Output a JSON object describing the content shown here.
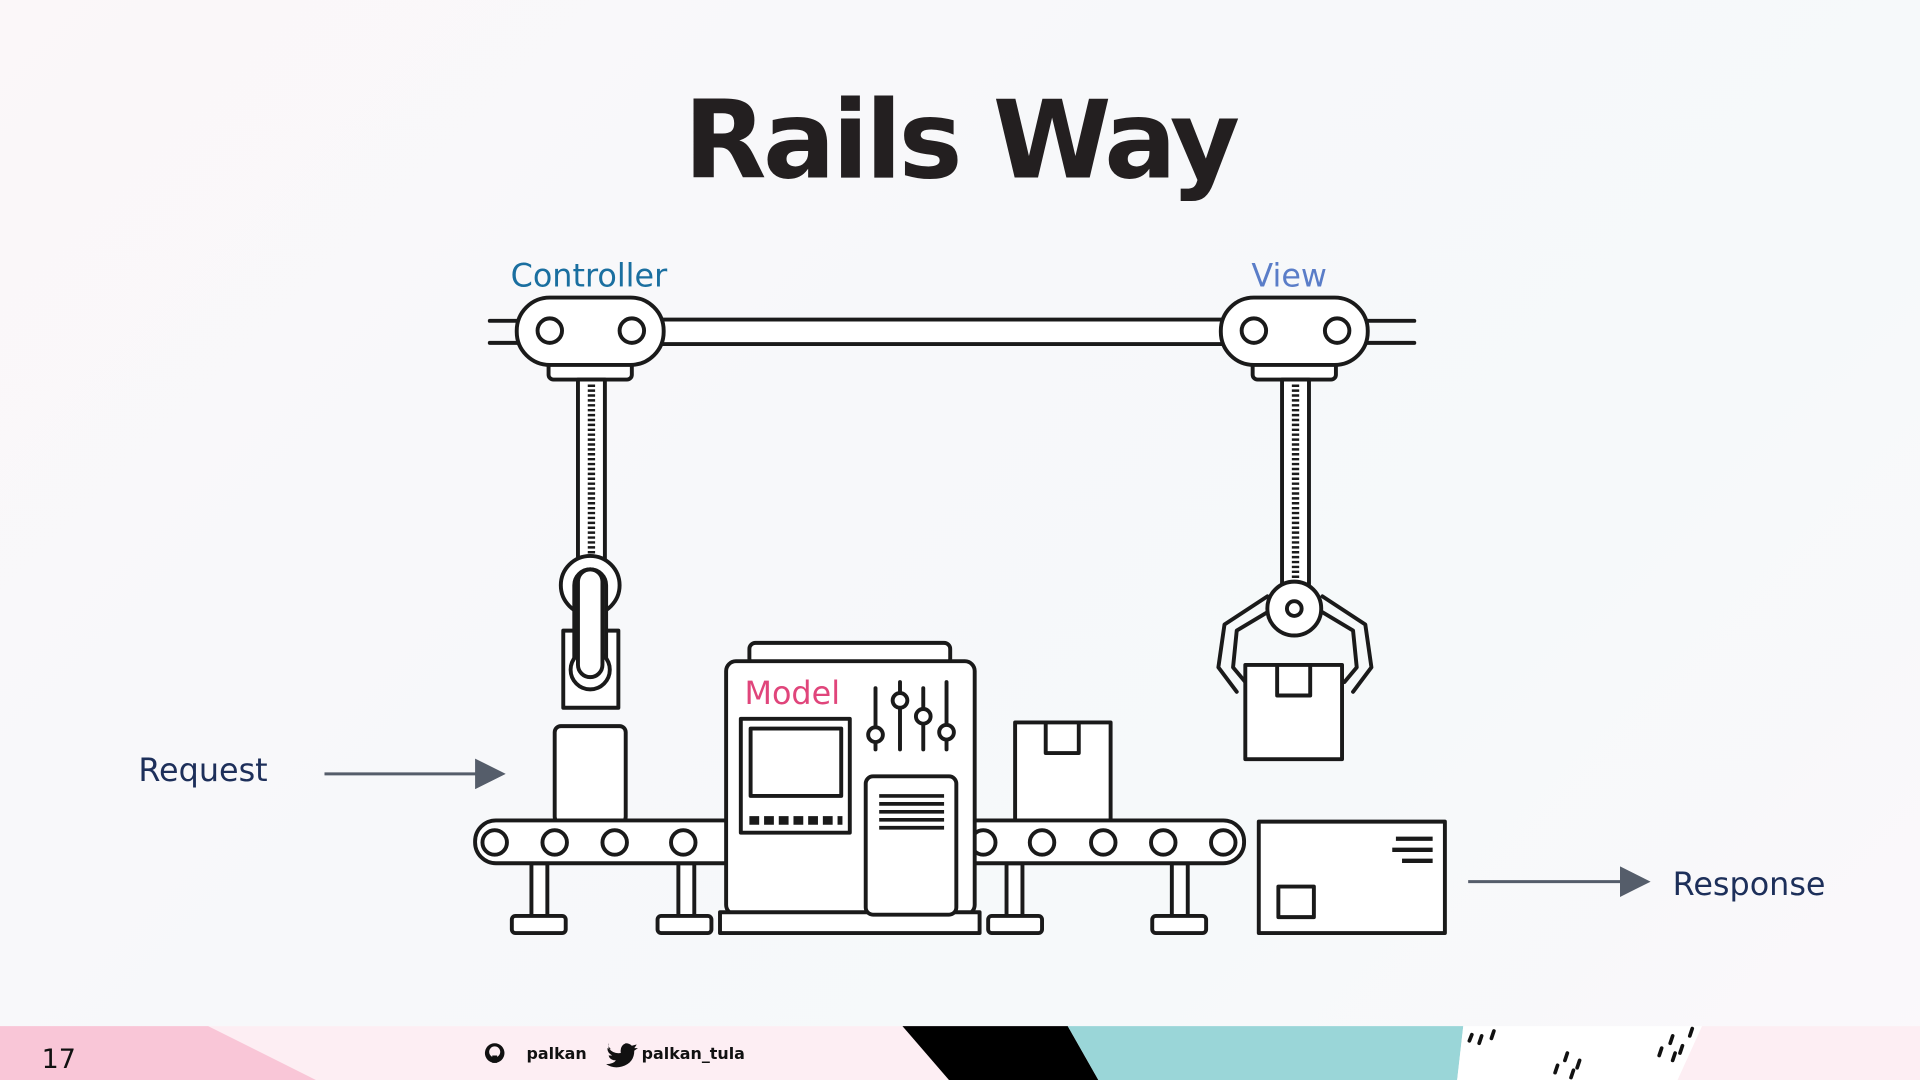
{
  "slide": {
    "title": "Rails Way",
    "labels": {
      "controller": "Controller",
      "view": "View",
      "model": "Model",
      "request": "Request",
      "response": "Response"
    },
    "colors": {
      "title": "#231f20",
      "controller": "#1a6fa0",
      "view": "#5a7dc8",
      "model": "#e0457b",
      "request_response": "#1d2f5a",
      "arrow": "#555d6a"
    }
  },
  "footer": {
    "page_number": "17",
    "github_icon": "github-icon",
    "github_handle": "palkan",
    "twitter_icon": "twitter-icon",
    "twitter_handle": "palkan_tula"
  }
}
